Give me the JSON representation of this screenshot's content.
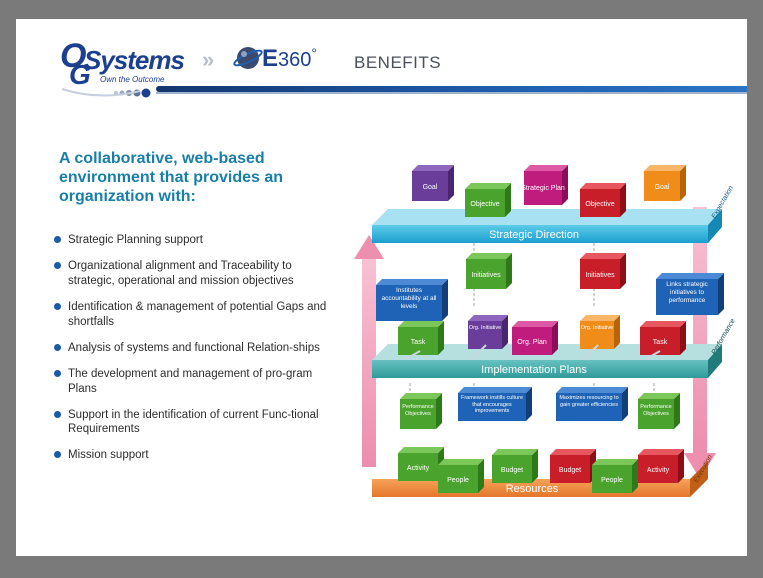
{
  "header": {
    "brand_o": "O",
    "brand_g": "G",
    "brand_name": "Systems",
    "brand_tagline": "Own the Outcome",
    "product_e": "E",
    "product_num": "360",
    "product_deg": "°",
    "section_title": "BENEFITS"
  },
  "headline": "A collaborative, web-based environment that provides  an organization with:",
  "bullets": [
    "Strategic Planning support",
    "Organizational alignment and Traceability to strategic, operational and mission objectives",
    "Identification & management of potential Gaps and shortfalls",
    "Analysis of systems and functional Relation-ships",
    "The development and management of pro-gram Plans",
    "Support in the identification of current Func-tional Requirements",
    "Mission support"
  ],
  "diagram": {
    "layers": {
      "strategic": "Strategic Direction",
      "implementation": "Implementation Plans",
      "resources": "Resources"
    },
    "side_labels": {
      "expectation": "Expectation",
      "performance": "Performance",
      "execution": "Execution"
    },
    "top_blocks": [
      "Goal",
      "Objective",
      "Strategic Plan",
      "Objective",
      "Goal"
    ],
    "initiatives": [
      "Initiatives",
      "Initiatives"
    ],
    "callouts": {
      "left": "Institutes accountability at all levels",
      "right": "Links strategic initiatives to performance",
      "mid_left": "Framework instills culture that encourages improvements",
      "mid_right": "Maximizes resourcing to gain greater efficiencies"
    },
    "mid_blocks": [
      "Task",
      "Org. Initiative",
      "Org. Plan",
      "Org. Initiative",
      "Task"
    ],
    "perf_blocks": [
      "Performance Objectives",
      "Performance Objectives"
    ],
    "bottom_blocks": [
      "Activity",
      "People",
      "Budget",
      "Budget",
      "People",
      "Activity"
    ]
  },
  "colors": {
    "purple": "#6a3d9a",
    "green": "#4aa32c",
    "magenta": "#c01c7e",
    "red": "#c81e2a",
    "orange": "#f08c1a",
    "cyan_layer": "#2fb3d8",
    "teal_layer": "#3fa7a6",
    "orange_layer": "#ee8a3c",
    "pink_arrow": "#ef8fb0",
    "callout_blue": "#1f63b6"
  }
}
